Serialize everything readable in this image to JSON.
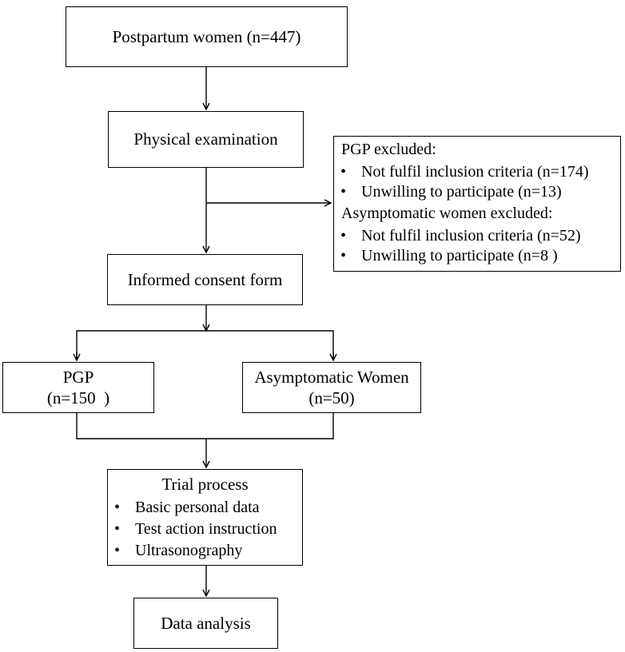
{
  "nodes": {
    "postpartum": "Postpartum women (n=447)",
    "physical": "Physical examination",
    "consent": "Informed consent form",
    "pgp_title": "PGP",
    "pgp_count": "(n=150  )",
    "asym_title": "Asymptomatic Women",
    "asym_count": "(n=50)",
    "data_analysis": "Data analysis"
  },
  "excluded": {
    "pgp_heading": "PGP excluded:",
    "pgp_items": [
      "Not fulfil inclusion criteria (n=174)",
      "Unwilling to participate (n=13)"
    ],
    "asym_heading": "Asymptomatic women excluded:",
    "asym_items": [
      "Not fulfil inclusion criteria (n=52)",
      "Unwilling to participate (n=8 )"
    ]
  },
  "trial": {
    "title": "Trial process",
    "items": [
      "Basic personal data",
      "Test action instruction",
      "Ultrasonography"
    ]
  }
}
